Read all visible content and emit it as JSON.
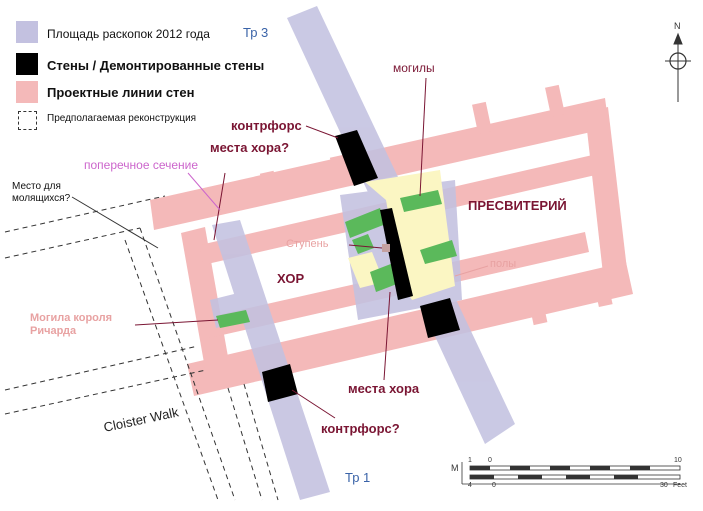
{
  "legend": {
    "items": [
      {
        "label": "Площадь раскопок 2012 года",
        "color": "#c3c1e0"
      },
      {
        "label": "Стены / Демонтированные стены",
        "color": "#000000"
      },
      {
        "label": "Проектные линии стен",
        "color": "#f4b9b9"
      },
      {
        "label": "Предполагаемая реконструкция",
        "color": "#ffffff"
      }
    ]
  },
  "labels": {
    "tr3": "Тр 3",
    "tr1": "Тр 1",
    "mogily": "могилы",
    "kontrfors": "контрфорс",
    "mesta_hora_q": "места хора?",
    "poperechnoe": "поперечное сечение",
    "mesto_dlya_1": "Место для",
    "mesto_dlya_2": "молящихся?",
    "presviteriy": "ПРЕСВИТЕРИЙ",
    "stupen": "Ступень",
    "poly": "полы",
    "hor": "ХОР",
    "mogila_1": "Могила короля",
    "mogila_2": "Ричарда",
    "mesta_hora": "места хора",
    "kontrfors_q": "контрфорс?",
    "cloister": "Cloister Walk"
  },
  "compass": {
    "north": "N"
  },
  "scale": {
    "unit_m": "M",
    "top_ticks": [
      "1",
      "0",
      "10"
    ],
    "bottom_ticks": [
      "4",
      "0",
      "30"
    ],
    "unit_feet": "Feet"
  },
  "colors": {
    "excavation": "#c3c1e0",
    "walls": "#000000",
    "projected": "#f4b9b9",
    "floor": "#fbf6c3",
    "graves": "#5bb95b",
    "label_dark": "#7a1533",
    "label_pink": "#e8a2a2",
    "label_magenta": "#cc66cc",
    "trench_label": "#3a63a8"
  }
}
